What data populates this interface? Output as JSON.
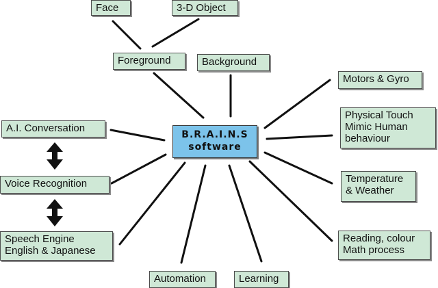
{
  "center": {
    "label": "B.R.A.I.N.S\nsoftware"
  },
  "nodes": {
    "face": "Face",
    "object3d": "3-D Object",
    "foreground": "Foreground",
    "background": "Background",
    "motors": "Motors & Gyro",
    "touch": "Physical Touch\nMimic Human\nbehaviour",
    "temperature": "Temperature\n& Weather",
    "reading": "Reading, colour\nMath process",
    "learning": "Learning",
    "automation": "Automation",
    "speech": "Speech Engine\nEnglish & Japanese",
    "voice": "Voice Recognition",
    "conversation": "A.I. Conversation"
  },
  "colors": {
    "node_fill": "#cfe8d6",
    "center_fill": "#7cc3ea",
    "line": "#111111"
  }
}
